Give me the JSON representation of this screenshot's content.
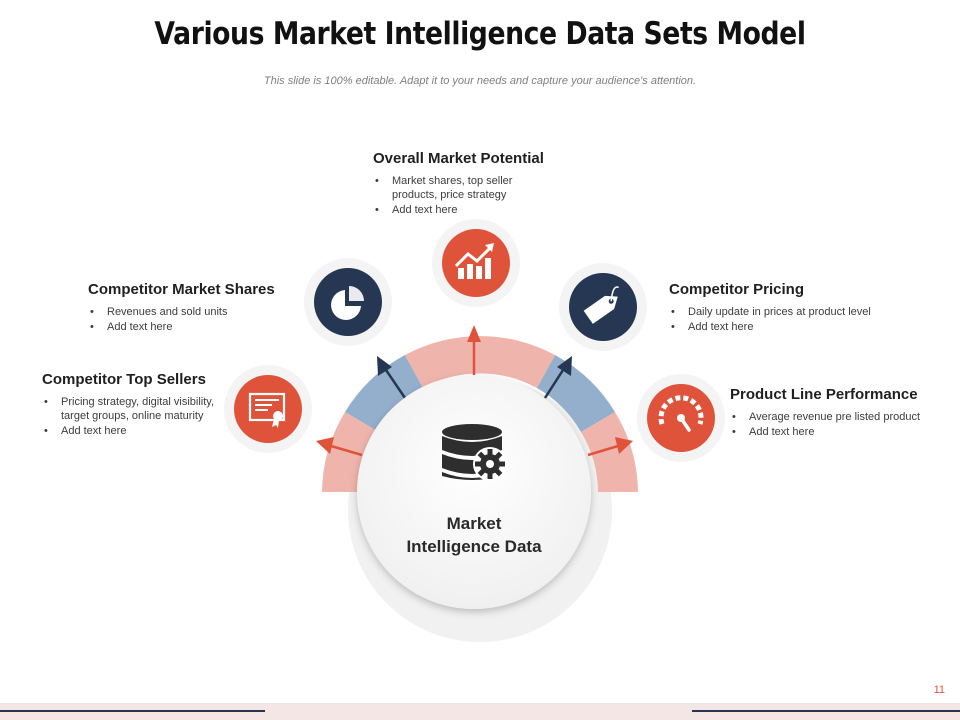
{
  "title": "Various Market Intelligence Data Sets Model",
  "subtitle": "This slide is 100% editable. Adapt it to your needs and capture your audience's attention.",
  "center": {
    "line1": "Market",
    "line2": "Intelligence Data"
  },
  "page_number": "11",
  "colors": {
    "red": "#e0533b",
    "navy": "#253752",
    "pink": "#efb5ad",
    "blue": "#8eaac8"
  },
  "items": [
    {
      "title": "Overall Market Potential",
      "icon": "growth-chart-icon",
      "bullets": [
        "Market shares, top seller products, price strategy",
        "Add text here"
      ]
    },
    {
      "title": "Competitor Market Shares",
      "icon": "pie-chart-icon",
      "bullets": [
        "Revenues and sold units",
        "Add text here"
      ]
    },
    {
      "title": "Competitor Pricing",
      "icon": "price-tag-icon",
      "bullets": [
        "Daily update in prices at product level",
        "Add text here"
      ]
    },
    {
      "title": "Competitor Top Sellers",
      "icon": "certificate-icon",
      "bullets": [
        "Pricing strategy, digital visibility, target groups, online maturity",
        "Add text here"
      ]
    },
    {
      "title": "Product Line Performance",
      "icon": "speedometer-icon",
      "bullets": [
        "Average revenue pre listed product",
        "Add text here"
      ]
    }
  ]
}
